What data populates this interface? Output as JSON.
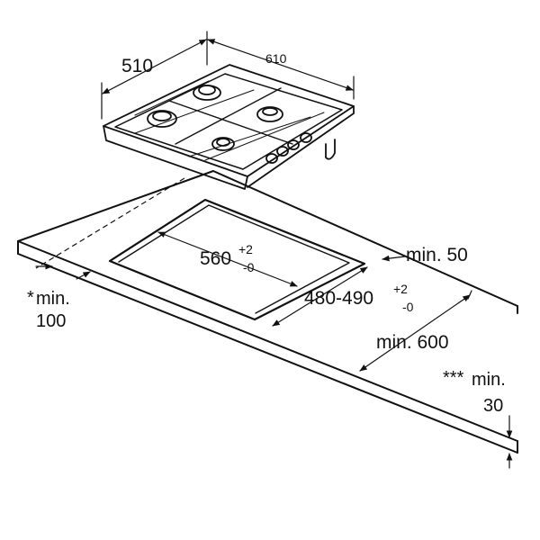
{
  "dimensions": {
    "hob_depth": "510",
    "hob_width": "610",
    "cutout_width": "560",
    "cutout_width_tol_plus": "+2",
    "cutout_width_tol_minus": "-0",
    "cutout_depth": "480-490",
    "cutout_depth_tol_plus": "+2",
    "cutout_depth_tol_minus": "-0",
    "min_back": "min. 50",
    "min_front_star": "*",
    "min_front": "min.",
    "min_front_value": "100",
    "min_depth": "min. 600",
    "min_thickness_stars": "***",
    "min_thickness": "min.",
    "min_thickness_value": "30"
  },
  "colors": {
    "line": "#111111",
    "background": "#ffffff"
  }
}
